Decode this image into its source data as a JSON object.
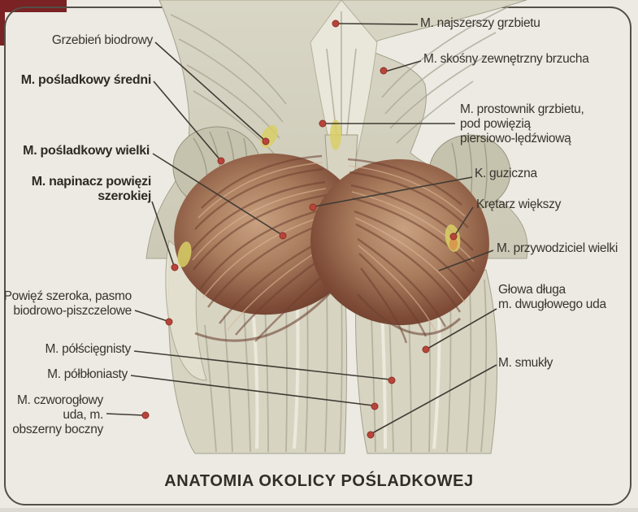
{
  "title": "ANATOMIA OKOLICY POŚLADKOWEJ",
  "colors": {
    "background": "#eceae3",
    "frame_line": "#544f48",
    "corner_accent": "#7a2224",
    "leader_line": "#413b34",
    "leader_dot": "#b8453a",
    "label_text": "#39342e",
    "muscle_brown_dark": "#7e4b37",
    "muscle_brown_light": "#c89f7d",
    "fascia_pale": "#e9e7da",
    "thigh_gray": "#d7d4c2",
    "highlight_yellow": "#d9cf67"
  },
  "labels": {
    "left": [
      {
        "id": "grzebien-biodrowy",
        "text": "Grzebień biodrowy",
        "bold": false
      },
      {
        "id": "posladkowy-sredni",
        "text": "M. pośladkowy średni",
        "bold": true
      },
      {
        "id": "posladkowy-wielki",
        "text": "M. pośladkowy wielki",
        "bold": true
      },
      {
        "id": "napinacz-powiezi",
        "text": "M. napinacz powięzi\nszerokiej",
        "bold": true
      },
      {
        "id": "powiez-szeroka",
        "text": "Powięź szeroka, pasmo\nbiodrowo-piszczelowe",
        "bold": false
      },
      {
        "id": "polsciegnisty",
        "text": "M. półścięgnisty",
        "bold": false
      },
      {
        "id": "polbloniasty",
        "text": "M. półbłoniasty",
        "bold": false
      },
      {
        "id": "czworoglowy",
        "text": "M. czworogłowy\nuda, m.\nobszerny boczny",
        "bold": false
      }
    ],
    "right": [
      {
        "id": "najszerszy-grzbietu",
        "text": "M. najszerszy grzbietu",
        "bold": false
      },
      {
        "id": "skosny-zewnetrzny",
        "text": "M. skośny zewnętrzny brzucha",
        "bold": false
      },
      {
        "id": "prostownik-grzbietu",
        "text": "M. prostownik grzbietu,\npod powięzią\npiersiowo-lędźwiową",
        "bold": false
      },
      {
        "id": "kosc-guziczna",
        "text": "K. guziczna",
        "bold": false
      },
      {
        "id": "kretarz-wiekszy",
        "text": "Krętarz większy",
        "bold": false
      },
      {
        "id": "przywodziciel",
        "text": "M. przywodziciel wielki",
        "bold": false
      },
      {
        "id": "glowa-dluga",
        "text": "Głowa długa\nm. dwugłowego uda",
        "bold": false
      },
      {
        "id": "smukly",
        "text": "M. smukły",
        "bold": false
      }
    ]
  }
}
